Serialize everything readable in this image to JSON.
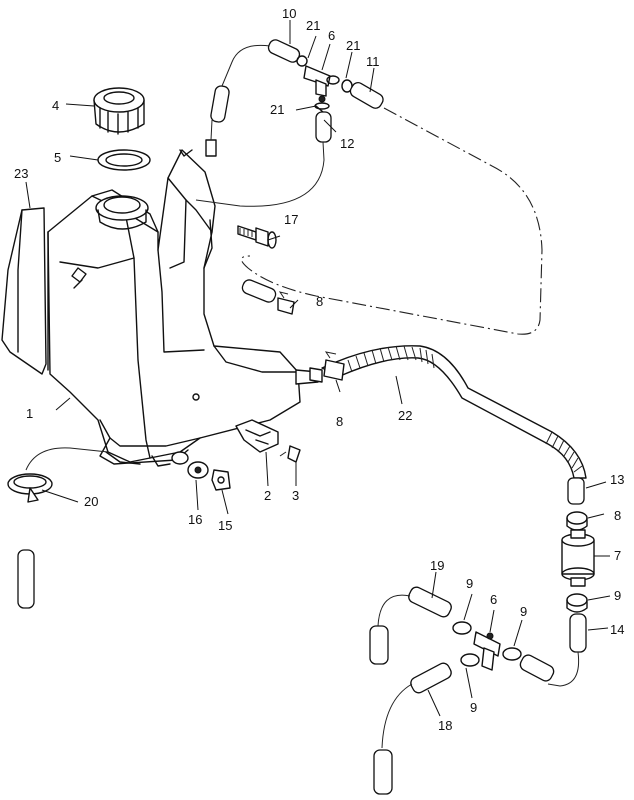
{
  "callouts": {
    "c1": "1",
    "c2": "2",
    "c3": "3",
    "c4": "4",
    "c5": "5",
    "c6a": "6",
    "c6b": "6",
    "c7": "7",
    "c8a": "8",
    "c8b": "8",
    "c8c": "8",
    "c9a": "9",
    "c9b": "9",
    "c9c": "9",
    "c9d": "9",
    "c10": "10",
    "c11": "11",
    "c12": "12",
    "c13": "13",
    "c14": "14",
    "c15": "15",
    "c16": "16",
    "c17": "17",
    "c18": "18",
    "c19": "19",
    "c20": "20",
    "c21a": "21",
    "c21b": "21",
    "c21c": "21",
    "c22": "22",
    "c23": "23"
  },
  "colors": {
    "ink": "#111111",
    "paper": "#ffffff"
  }
}
